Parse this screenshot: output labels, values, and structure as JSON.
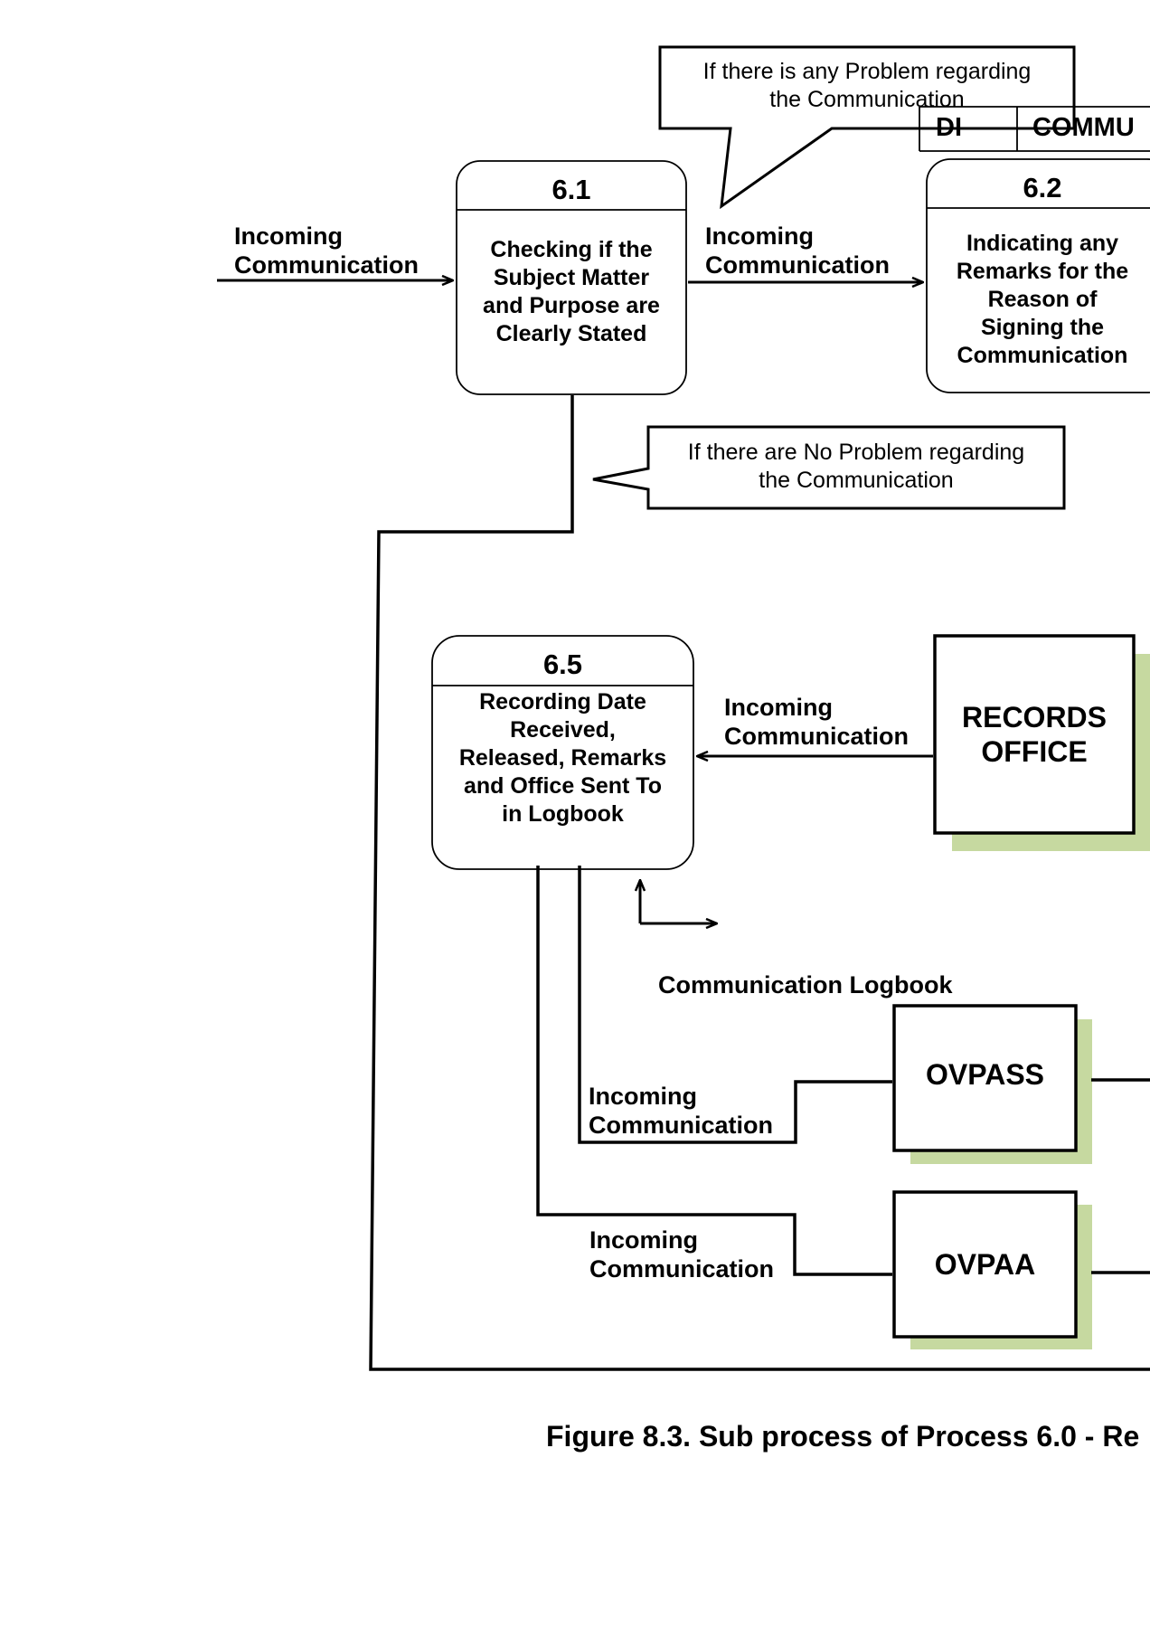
{
  "callouts": {
    "problem": [
      "If there is any Problem regarding",
      "the Communication"
    ],
    "no_problem": [
      "If there are No Problem regarding",
      "the Communication"
    ]
  },
  "data_store": {
    "id": "DI",
    "name": "COMMU"
  },
  "processes": {
    "p61": {
      "id": "6.1",
      "lines": [
        "Checking if the",
        "Subject Matter",
        "and Purpose are",
        "Clearly Stated"
      ]
    },
    "p62": {
      "id": "6.2",
      "lines": [
        "Indicating any",
        "Remarks for the",
        "Reason of",
        "Signing the",
        "Communication"
      ]
    },
    "p65": {
      "id": "6.5",
      "lines": [
        "Recording Date",
        "Received,",
        "Released, Remarks",
        "and Office Sent To",
        "in Logbook"
      ]
    }
  },
  "entities": {
    "records": [
      "RECORDS",
      "OFFICE"
    ],
    "ovpass": [
      "OVPASS"
    ],
    "ovpaa": [
      "OVPAA"
    ]
  },
  "flows": {
    "in_to_61": [
      "Incoming",
      "Communication"
    ],
    "f61_to_62": [
      "Incoming",
      "Communication"
    ],
    "records_to_65": [
      "Incoming",
      "Communication"
    ],
    "to_ovpass": [
      "Incoming",
      "Communication"
    ],
    "to_ovpaa": [
      "Incoming",
      "Communication"
    ],
    "logbook": "Communication Logbook"
  },
  "colors": {
    "shadow": "#c6d9a0",
    "line": "#000000"
  },
  "caption": "Figure 8.3. Sub process of Process 6.0 - Re"
}
